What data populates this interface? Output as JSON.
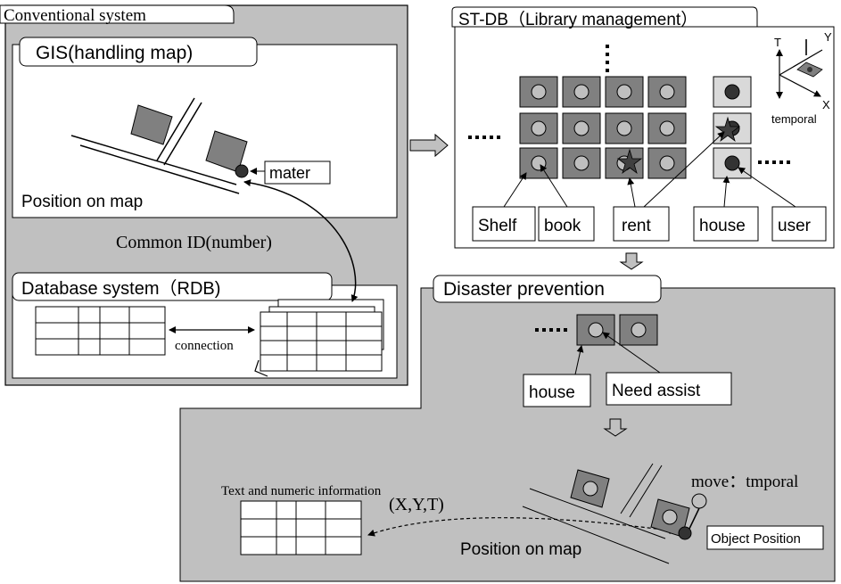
{
  "conventional": {
    "title": "Conventional system",
    "gis_title": "GIS(handling map)",
    "mater_label": "mater",
    "position_label": "Position on map",
    "common_id": "Common ID(number)",
    "db_title": "Database system（RDB)",
    "connection_label": "connection"
  },
  "stdb": {
    "title": "ST-DB（Library management）",
    "labels": [
      "Shelf",
      "book",
      "rent",
      "house",
      "user"
    ],
    "axis_t": "T",
    "axis_x": "X",
    "axis_y": "Y",
    "temporal_label": "temporal"
  },
  "disaster": {
    "title": "Disaster prevention",
    "house_label": "house",
    "need_assist_label": "Need assist",
    "text_numeric": "Text and numeric information",
    "xyt_label": "(X,Y,T)",
    "position_label": "Position on map",
    "move_label": "move：tmporal",
    "object_position": "Object Position"
  },
  "colors": {
    "panel_gray": "#c0c0c0",
    "cell_dark": "#808080",
    "cell_light": "#d9d9d9",
    "dot_dark": "#333333"
  }
}
